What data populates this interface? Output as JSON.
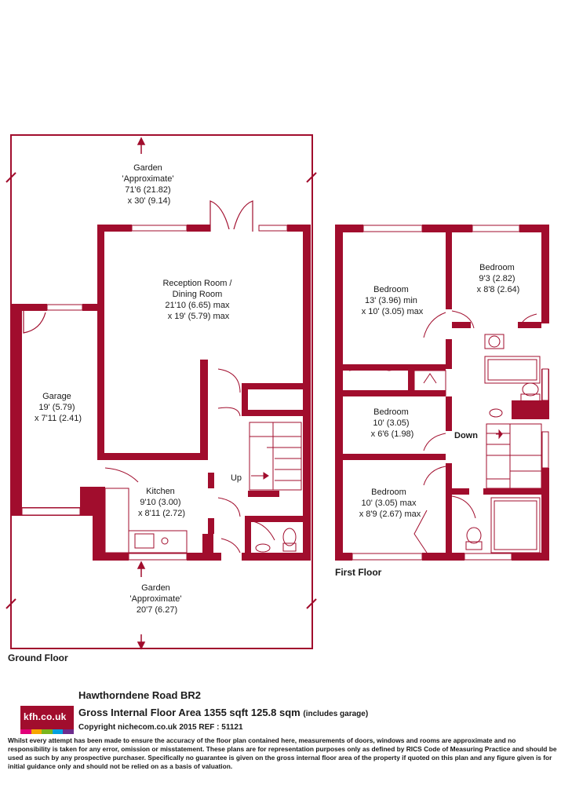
{
  "ground_floor": {
    "label": "Ground Floor",
    "garden_top": [
      "Garden",
      "'Approximate'",
      "71'6 (21.82)",
      "x 30' (9.14)"
    ],
    "reception": [
      "Reception Room /",
      "Dining Room",
      "21'10 (6.65) max",
      "x 19' (5.79) max"
    ],
    "garage": [
      "Garage",
      "19' (5.79)",
      "x 7'11 (2.41)"
    ],
    "kitchen": [
      "Kitchen",
      "9'10 (3.00)",
      "x 8'11 (2.72)"
    ],
    "garden_bottom": [
      "Garden",
      "'Approximate'",
      "20'7 (6.27)"
    ],
    "stairs_label": "Up"
  },
  "first_floor": {
    "label": "First Floor",
    "bedroom_1": [
      "Bedroom",
      "13' (3.96) min",
      "x 10' (3.05) max"
    ],
    "bedroom_2": [
      "Bedroom",
      "9'3 (2.82)",
      "x 8'8 (2.64)"
    ],
    "bedroom_3": [
      "Bedroom",
      "10' (3.05)",
      "x 6'6 (1.98)"
    ],
    "bedroom_4": [
      "Bedroom",
      "10' (3.05) max",
      "x 8'9 (2.67) max"
    ],
    "stairs_label": "Down"
  },
  "footer": {
    "logo_text": "kfh.co.uk",
    "address": "Hawthorndene Road  BR2",
    "area": "Gross Internal Floor Area 1355 sqft 125.8 sqm",
    "area_note": "(includes garage)",
    "copyright": "Copyright nichecom.co.uk 2015 REF : 51121",
    "disclaimer": "Whilst every attempt has been made to ensure the accuracy of the floor plan contained here, measurements of doors, windows and rooms are approximate and no responsibility is taken for any error, omission or misstatement.  These plans are for representation purposes only as defined by RICS Code of Measuring Practice and should be used as such by any prospective purchaser.  Specifically no guarantee is given on the gross internal floor area of the property if quoted on this plan and any figure given is for initial guidance only and should not be relied on as a basis of valuation."
  },
  "colors": {
    "wall": "#a10d2d",
    "logo_stripes": [
      "#e2007a",
      "#f7a600",
      "#7ab51d",
      "#00a0e0",
      "#6d2b8d"
    ]
  }
}
